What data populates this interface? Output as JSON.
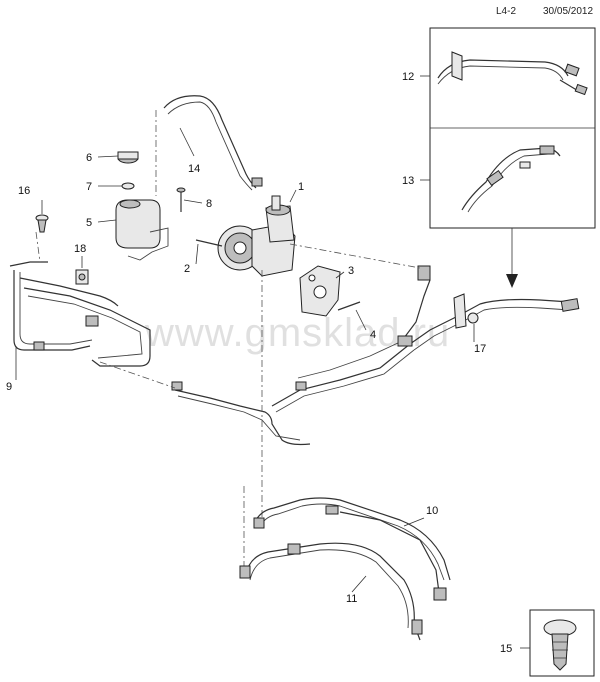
{
  "header": {
    "page_code": "L4-2",
    "date": "30/05/2012"
  },
  "watermark": "www.gmsklad.ru",
  "callouts": [
    "1",
    "2",
    "3",
    "4",
    "5",
    "6",
    "7",
    "8",
    "9",
    "10",
    "11",
    "12",
    "13",
    "14",
    "15",
    "16",
    "17",
    "18"
  ],
  "part_names": {
    "1": "pump-assembly",
    "2": "bolt",
    "3": "bracket",
    "4": "bolt",
    "5": "reservoir",
    "6": "reservoir-cap",
    "7": "washer",
    "8": "screw",
    "9": "cooler-pipe",
    "10": "pressure-hose",
    "11": "return-hose",
    "12": "pressure-hose-variant",
    "13": "pressure-hose-variant",
    "14": "feed-hose",
    "15": "clip",
    "16": "push-rivet",
    "17": "clamp",
    "18": "clip"
  }
}
